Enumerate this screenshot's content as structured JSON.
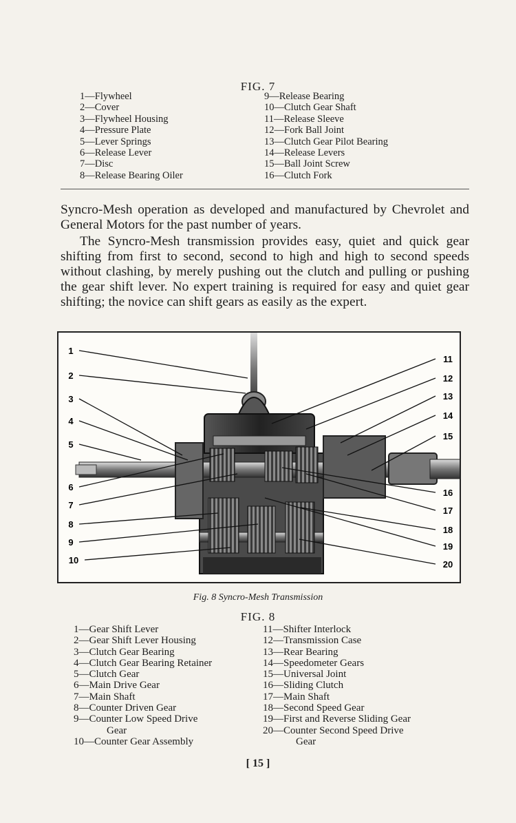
{
  "fig7": {
    "title": "FIG. 7",
    "left_items": [
      "1—Flywheel",
      "2—Cover",
      "3—Flywheel Housing",
      "4—Pressure Plate",
      "5—Lever Springs",
      "6—Release Lever",
      "7—Disc",
      "8—Release Bearing Oiler"
    ],
    "right_items": [
      "9—Release Bearing",
      "10—Clutch Gear Shaft",
      "11—Release Sleeve",
      "12—Fork Ball Joint",
      "13—Clutch Gear Pilot Bearing",
      "14—Release Levers",
      "15—Ball Joint Screw",
      "16—Clutch Fork"
    ]
  },
  "body": {
    "paragraph1": "Syncro-Mesh operation as developed and manufactured by Chevrolet and General Motors for the past number of years.",
    "paragraph2": "The Syncro-Mesh transmission provides easy, quiet and quick gear shifting from first to second, second to high and high to second speeds without clashing, by merely pushing out the clutch and pulling or pushing the gear shift lever. No expert training is required for easy and quiet gear shifting; the novice can shift gears as easily as the expert."
  },
  "figure": {
    "caption": "Fig. 8    Syncro-Mesh Transmission",
    "callouts_left": [
      "1",
      "2",
      "3",
      "4",
      "5",
      "6",
      "7",
      "8",
      "9",
      "10"
    ],
    "callouts_right": [
      "11",
      "12",
      "13",
      "14",
      "15",
      "16",
      "17",
      "18",
      "19",
      "20"
    ]
  },
  "fig8": {
    "title": "FIG. 8",
    "left_items": [
      "1—Gear Shift Lever",
      "2—Gear Shift Lever Housing",
      "3—Clutch Gear Bearing",
      "4—Clutch Gear Bearing Retainer",
      "5—Clutch Gear",
      "6—Main Drive Gear",
      "7—Main Shaft",
      "8—Counter Driven Gear",
      "9—Counter Low Speed Drive",
      "Gear",
      "10—Counter Gear Assembly"
    ],
    "right_items": [
      "11—Shifter Interlock",
      "12—Transmission Case",
      "13—Rear Bearing",
      "14—Speedometer Gears",
      "15—Universal Joint",
      "16—Sliding Clutch",
      "17—Main Shaft",
      "18—Second Speed Gear",
      "19—First and Reverse Sliding Gear",
      "20—Counter Second Speed Drive",
      "Gear"
    ]
  },
  "page_number": "[ 15 ]"
}
